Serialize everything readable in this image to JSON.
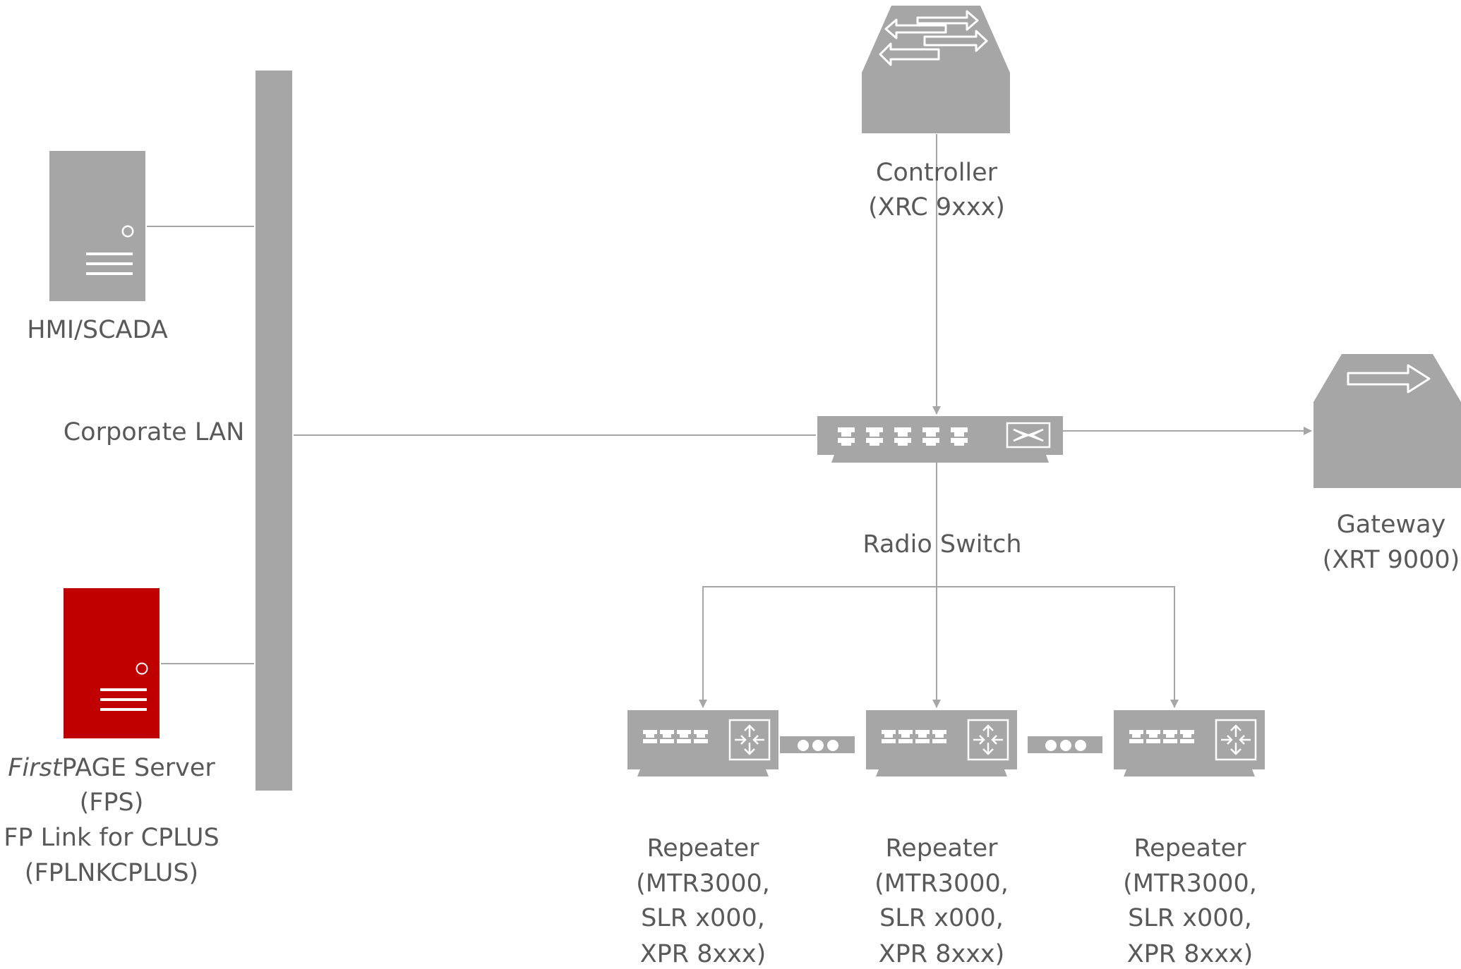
{
  "colors": {
    "device": "#a6a6a6",
    "line": "#a6a6a6",
    "text": "#595959",
    "server_highlight": "#c00000"
  },
  "icons": {
    "controller": "controller-icon",
    "switch": "radio-switch-icon",
    "gateway": "gateway-icon",
    "repeater": "repeater-icon",
    "server": "server-tower-icon",
    "lan": "lan-bus-bar"
  },
  "labels": {
    "hmi": "HMI/SCADA",
    "corporate_lan": "Corporate LAN",
    "controller_line1": "Controller",
    "controller_line2": "(XRC 9xxx)",
    "radio_switch": "Radio Switch",
    "gateway_line1": "Gateway",
    "gateway_line2": "(XRT 9000)",
    "fps_italic": "First",
    "fps_rest": "PAGE Server",
    "fps_line2": "(FPS)",
    "fps_line3": "FP Link for CPLUS",
    "fps_line4": "(FPLNKCPLUS)"
  },
  "repeaters": [
    {
      "line1": "Repeater",
      "line2": "(MTR3000,",
      "line3": "SLR x000,",
      "line4": "XPR 8xxx)"
    },
    {
      "line1": "Repeater",
      "line2": "(MTR3000,",
      "line3": "SLR x000,",
      "line4": "XPR 8xxx)"
    },
    {
      "line1": "Repeater",
      "line2": "(MTR3000,",
      "line3": "SLR x000,",
      "line4": "XPR 8xxx)"
    }
  ]
}
